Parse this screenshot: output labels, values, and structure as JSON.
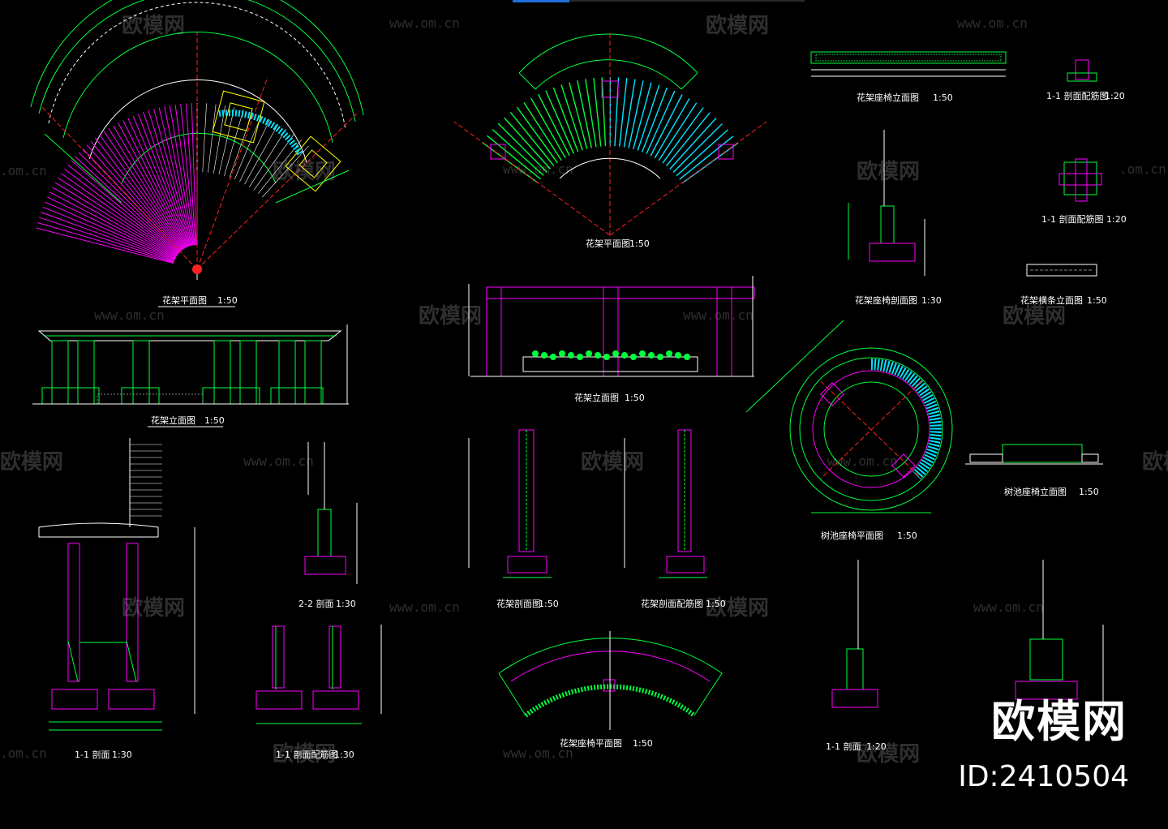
{
  "watermark": {
    "brand": "欧模网",
    "url": "www.om.cn",
    "url_short": ".om.cn",
    "id_label": "ID:2410504"
  },
  "drawings": {
    "flower_frame_plan": "花架平面图",
    "flower_frame_plan_scale": "1:50",
    "flower_frame_elevation": "花架立面图",
    "flower_frame_elevation_scale": "1:50",
    "section_1_1": "1-1 剖面",
    "section_1_1_scale": "1:30",
    "section_1_1_detail": "1-1 剖面配筋图",
    "section_1_1_detail_scale": "1:30",
    "section_2_2": "2-2 剖面",
    "section_2_2_scale": "1:30",
    "center_plan": "花架平面图",
    "center_plan_scale": "1:50",
    "center_elevation": "花架立面图",
    "center_elevation_scale": "1:50",
    "frame_section": "花架剖面图",
    "frame_section_scale": "1:50",
    "frame_section_detail": "花架剖面配筋图",
    "frame_section_detail_scale": "1:50",
    "seat_plan": "花架座椅平面图",
    "seat_plan_scale": "1:50",
    "seat_elevation": "花架座椅立面图",
    "seat_elevation_scale": "1:50",
    "seat_section": "花架座椅剖面图",
    "seat_section_scale": "1:30",
    "detail_1_1": "1-1 剖面配筋图",
    "detail_1_1_scale": "1:20",
    "detail_1_1_b": "1-1 剖面配筋图",
    "detail_1_1_b_scale": "1:20",
    "beam_elevation": "花架横条立面图",
    "beam_elevation_scale": "1:50",
    "tree_pool_plan": "树池座椅平面图",
    "tree_pool_plan_scale": "1:50",
    "tree_pool_elevation": "树池座椅立面图",
    "tree_pool_elevation_scale": "1:50",
    "tree_pool_section": "1-1 剖面",
    "tree_pool_section_scale": "1:20"
  },
  "colors": {
    "background": "#000000",
    "green": "#00ff3c",
    "magenta": "#ff00ff",
    "red": "#ff2020",
    "cyan": "#00e5ff",
    "yellow": "#ffff00",
    "white": "#ffffff",
    "orange": "#ff9900"
  }
}
